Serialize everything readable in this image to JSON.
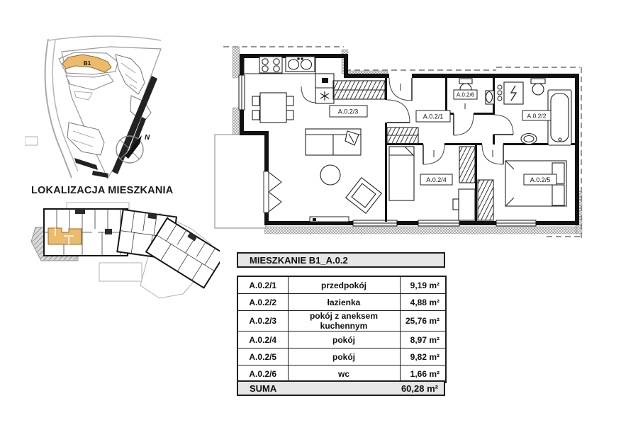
{
  "site_plan": {
    "building_label": "B1",
    "compass_label": "N"
  },
  "location_section": {
    "heading": "LOKALIZACJA MIESZKANIA"
  },
  "floor_plan": {
    "labels": {
      "hall": "A.0.2/1",
      "bathroom": "A.0.2/2",
      "living": "A.0.2/3",
      "bedroom1": "A.0.2/4",
      "bedroom2": "A.0.2/5",
      "wc": "A.0.2/6"
    }
  },
  "table": {
    "title": "MIESZKANIE B1_A.0.2",
    "rows": [
      {
        "id": "A.0.2/1",
        "name": "przedpokój",
        "area": "9,19 m²"
      },
      {
        "id": "A.0.2/2",
        "name": "łazienka",
        "area": "4,88 m²"
      },
      {
        "id": "A.0.2/3",
        "name": "pokój z aneksem kuchennym",
        "area": "25,76 m²"
      },
      {
        "id": "A.0.2/4",
        "name": "pokój",
        "area": "8,97 m²"
      },
      {
        "id": "A.0.2/5",
        "name": "pokój",
        "area": "9,82 m²"
      },
      {
        "id": "A.0.2/6",
        "name": "wc",
        "area": "1,66 m²"
      }
    ],
    "total_label": "SUMA",
    "total_value": "60,28 m²"
  },
  "colors": {
    "highlight": "#EBBA6B",
    "table_header_bg": "#e6e6e6"
  }
}
